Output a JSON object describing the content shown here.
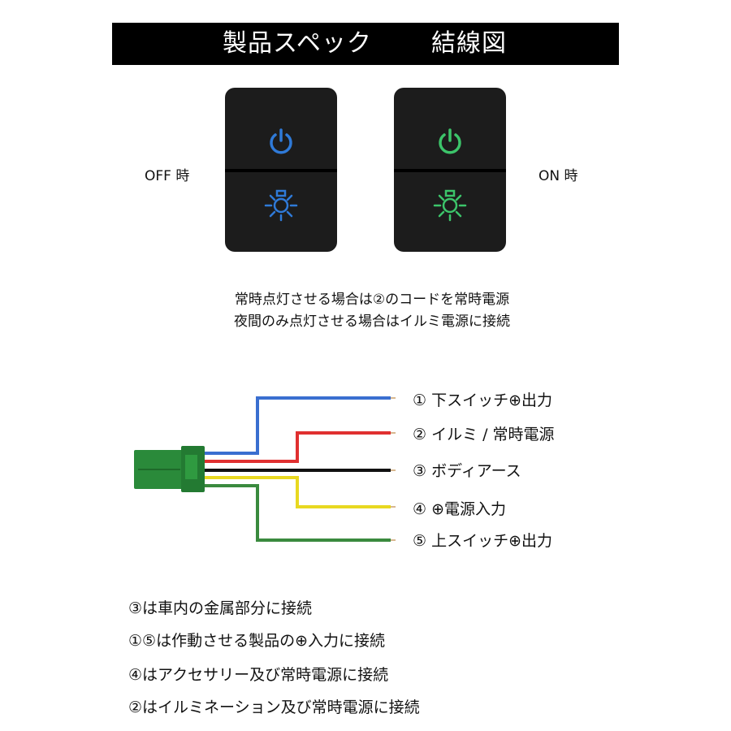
{
  "header": {
    "spec_title": "製品スペック",
    "wiring_title": "結線図"
  },
  "switches": {
    "off_label": "OFF 時",
    "on_label": "ON 時",
    "off_color": "#2f7ad8",
    "on_color": "#3cc46a",
    "top_icon": "power-icon",
    "bottom_icon": "light-icon"
  },
  "notes": [
    "常時点灯させる場合は②のコードを常時電源",
    "夜間のみ点灯させる場合はイルミ電源に接続"
  ],
  "wires": [
    {
      "label": "① 下スイッチ⊕出力",
      "color": "#3a6fd0"
    },
    {
      "label": "② イルミ / 常時電源",
      "color": "#e03030"
    },
    {
      "label": "③ ボディアース",
      "color": "#111111"
    },
    {
      "label": "④ ⊕電源入力",
      "color": "#e8d820"
    },
    {
      "label": "⑤ 上スイッチ⊕出力",
      "color": "#3a8a3e"
    }
  ],
  "connector_color": "#2a8a3a",
  "bottom_notes": [
    "③は車内の金属部分に接続",
    "①⑤は作動させる製品の⊕入力に接続",
    "④はアクセサリー及び常時電源に接続",
    "②はイルミネーション及び常時電源に接続"
  ]
}
